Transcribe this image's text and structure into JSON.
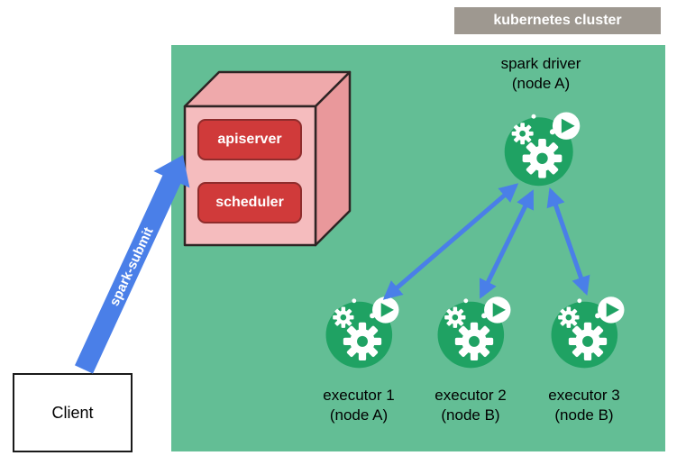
{
  "cluster": {
    "label": "kubernetes cluster"
  },
  "control_plane": {
    "apiserver_label": "apiserver",
    "scheduler_label": "scheduler"
  },
  "driver": {
    "title": "spark driver",
    "subtitle": "(node A)"
  },
  "executors": [
    {
      "title": "executor 1",
      "subtitle": "(node A)"
    },
    {
      "title": "executor 2",
      "subtitle": "(node B)"
    },
    {
      "title": "executor 3",
      "subtitle": "(node B)"
    }
  ],
  "client": {
    "label": "Client"
  },
  "spark_submit": {
    "label": "spark-submit"
  },
  "colors": {
    "cluster_background": "#63BE95",
    "cluster_label_background": "#9E9890",
    "arrow_blue": "#4A7FE8",
    "pod_green": "#1FA263",
    "box_front_pink": "#F5BCBE",
    "box_top_pink": "#EFA9AB",
    "box_side_pink": "#E9989B",
    "red_box": "#D03A3A"
  }
}
